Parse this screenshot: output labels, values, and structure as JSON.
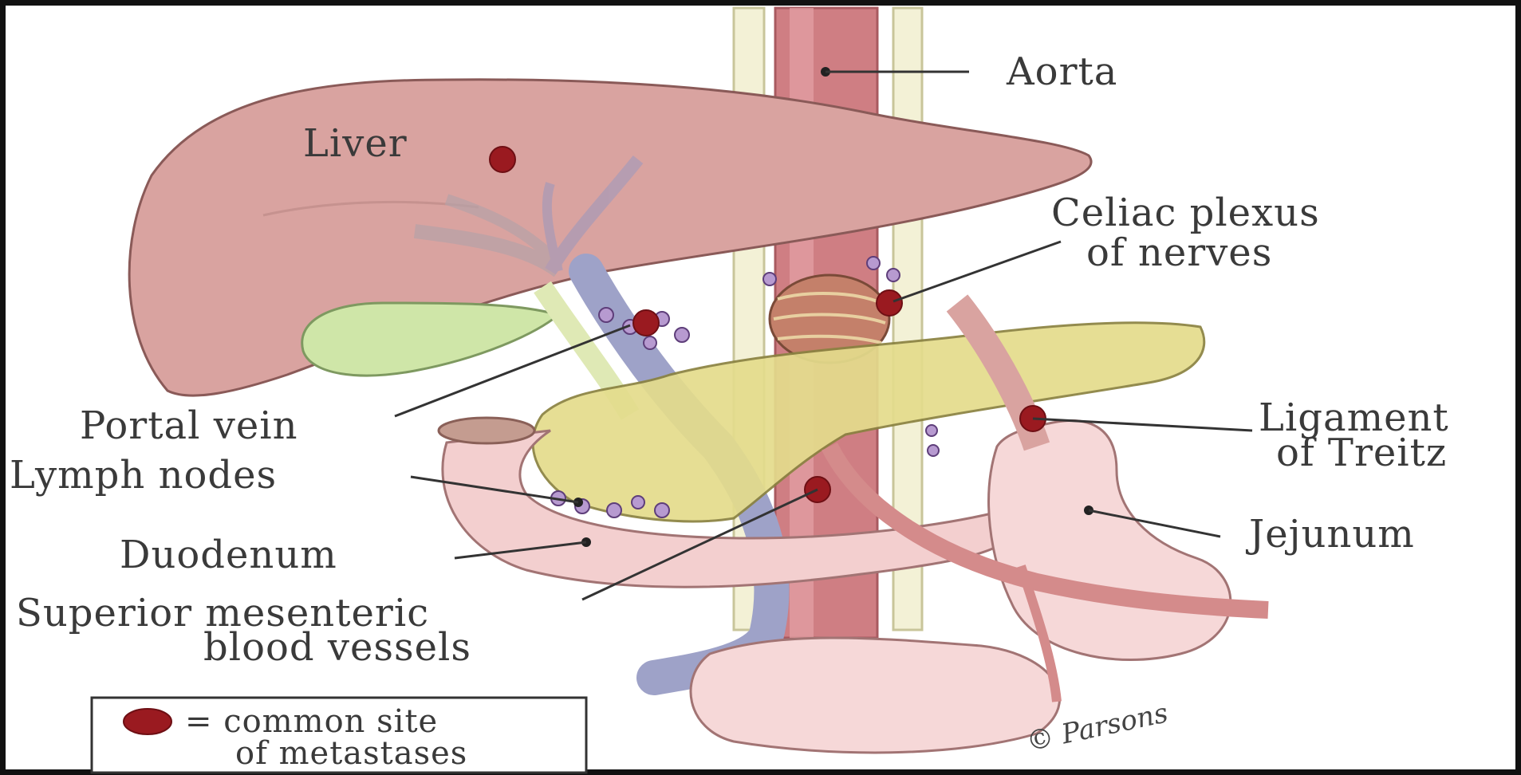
{
  "labels": {
    "aorta": "Aorta",
    "liver": "Liver",
    "celiac_line1": "Celiac plexus",
    "celiac_line2": "of nerves",
    "portal_vein": "Portal vein",
    "ligament_line1": "Ligament",
    "ligament_line2": "of Treitz",
    "lymph_nodes": "Lymph nodes",
    "jejunum": "Jejunum",
    "duodenum": "Duodenum",
    "sma_line1": "Superior mesenteric",
    "sma_line2": "blood vessels"
  },
  "legend": {
    "line1": "= common site",
    "line2": "of metastases"
  },
  "signature": "© Parsons",
  "colors": {
    "metastasis_dot": "#9a1a20",
    "liver": "#d9a3a0",
    "aorta": "#c9767a",
    "pancreas": "#e4dc8c",
    "gallbladder": "#cfe6a8",
    "portal_vein": "#9ea2c8",
    "duodenum": "#f3cfcf"
  }
}
